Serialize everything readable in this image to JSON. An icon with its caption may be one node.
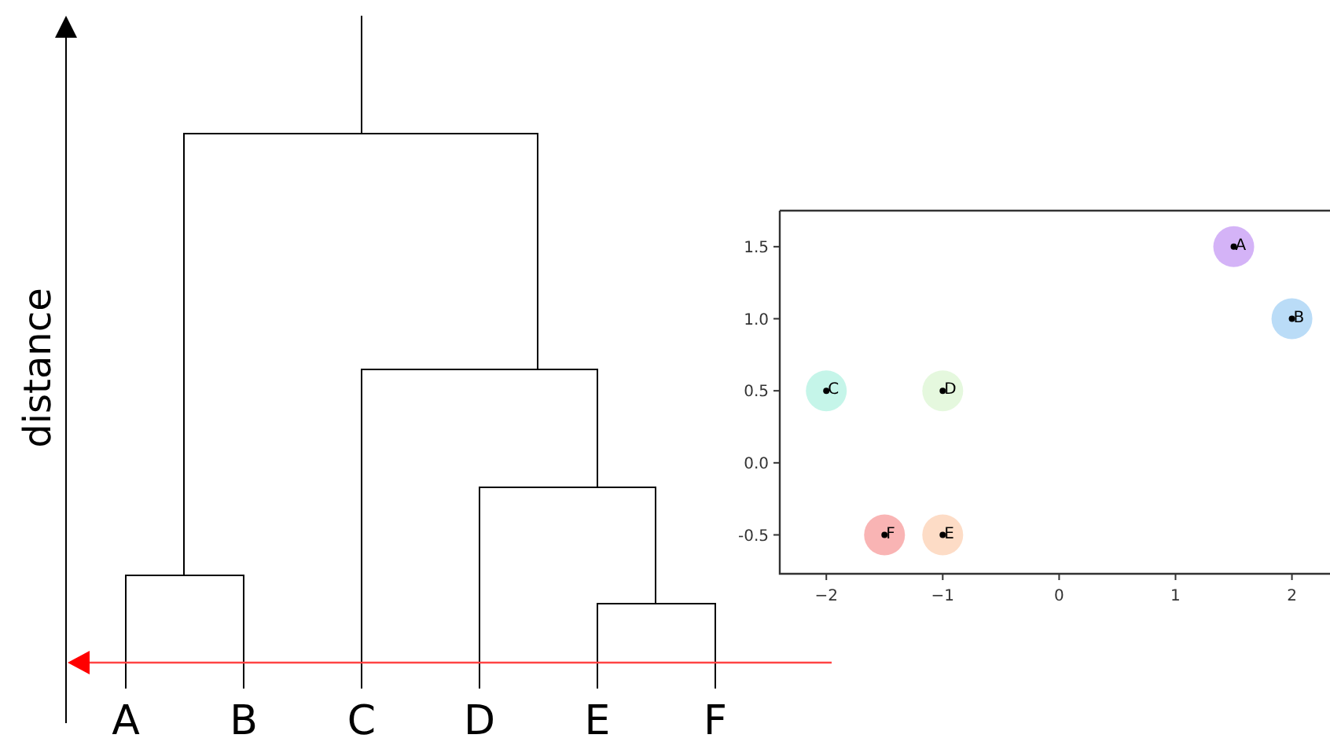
{
  "diagram": {
    "labels": [
      "distance",
      "A",
      "B",
      "C",
      "D",
      "E",
      "F"
    ],
    "chart_data": {
      "type": "scatter",
      "x": [
        1.5,
        2,
        -2,
        -1,
        -1,
        -1.5
      ],
      "series": [
        {
          "name": "A",
          "color": "#c9a0f5",
          "values": [
            1.5,
            null,
            null,
            null,
            null,
            null
          ]
        },
        {
          "name": "B",
          "color": "#a9d3f5",
          "values": [
            null,
            1,
            null,
            null,
            null,
            null
          ]
        },
        {
          "name": "C",
          "color": "#b7f2e4",
          "values": [
            null,
            null,
            0.5,
            null,
            null,
            null
          ]
        },
        {
          "name": "D",
          "color": "#def6d6",
          "values": [
            null,
            null,
            null,
            0.5,
            null,
            null
          ]
        },
        {
          "name": "E",
          "color": "#fdd3b8",
          "values": [
            null,
            null,
            null,
            null,
            -0.5,
            null
          ]
        },
        {
          "name": "F",
          "color": "#f7a1a1",
          "values": [
            null,
            null,
            null,
            null,
            null,
            -0.5
          ]
        }
      ],
      "xlim": [
        -2.4,
        2.3
      ],
      "ylim": [
        -0.77,
        1.75
      ],
      "xticks": [
        {
          "value": -2,
          "label": "−2"
        },
        {
          "value": -1,
          "label": "−1"
        },
        0,
        1,
        2
      ],
      "yticks": [
        {
          "value": -0.5,
          "label": "-0.5"
        },
        {
          "value": 0,
          "label": "0.0"
        },
        {
          "value": 0.5,
          "label": "0.5"
        },
        {
          "value": 1,
          "label": "1.0"
        },
        {
          "value": 1.5,
          "label": "1.5"
        }
      ]
    }
  }
}
